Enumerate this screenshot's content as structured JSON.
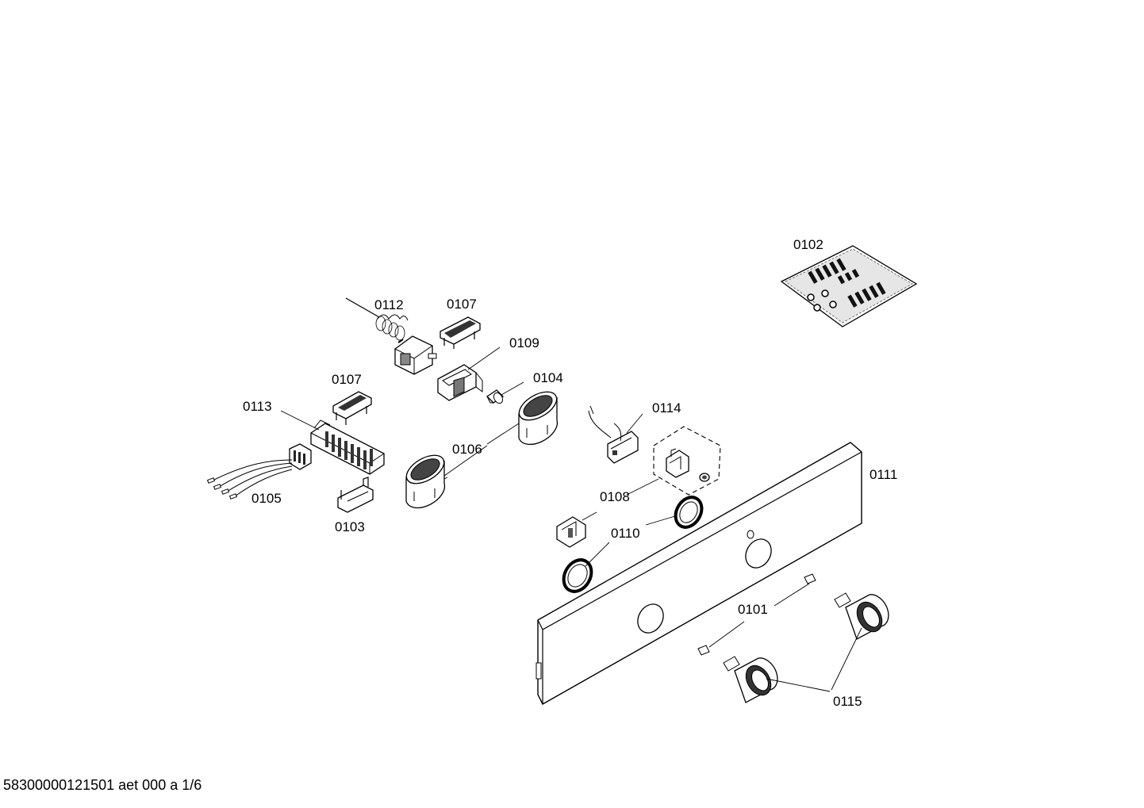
{
  "labels": {
    "p0101": "0101",
    "p0102": "0102",
    "p0103": "0103",
    "p0104": "0104",
    "p0105": "0105",
    "p0106": "0106",
    "p0107a": "0107",
    "p0107b": "0107",
    "p0108": "0108",
    "p0109": "0109",
    "p0110": "0110",
    "p0111": "0111",
    "p0112": "0112",
    "p0113": "0113",
    "p0114": "0114",
    "p0115": "0115"
  },
  "footer": "58300000121501 aet 000 a 1/6"
}
